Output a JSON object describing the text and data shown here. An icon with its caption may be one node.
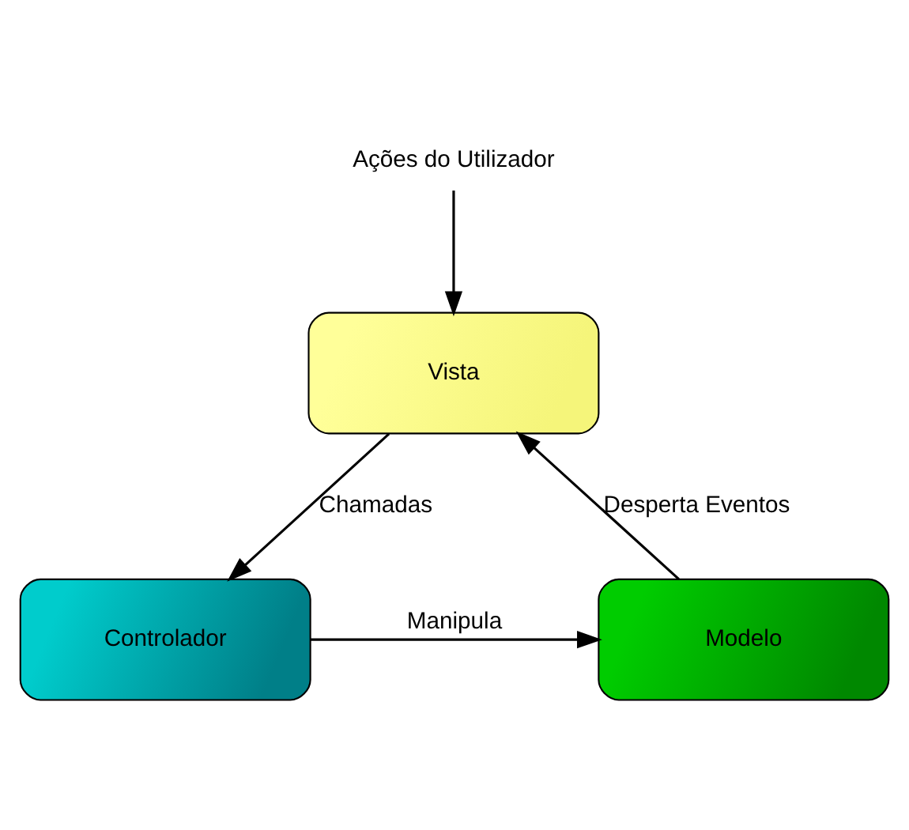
{
  "diagram": {
    "nodes": [
      {
        "text": [
          "Ações do Utilizador"
        ]
      },
      {
        "text": [
          "Vista"
        ]
      },
      {
        "text": [
          "Controlador"
        ]
      },
      {
        "text": [
          "Modelo"
        ]
      }
    ],
    "edges": [
      {
        "from": 0,
        "to": 1,
        "arrow": "to"
      },
      {
        "from": 1,
        "to": 2,
        "arrow": "to",
        "label": "Chamadas"
      },
      {
        "from": 2,
        "to": 3,
        "arrow": "to",
        "label": "Manipula"
      },
      {
        "from": 3,
        "to": 1,
        "arrow": "to",
        "label": "Desperta Eventos"
      }
    ]
  }
}
